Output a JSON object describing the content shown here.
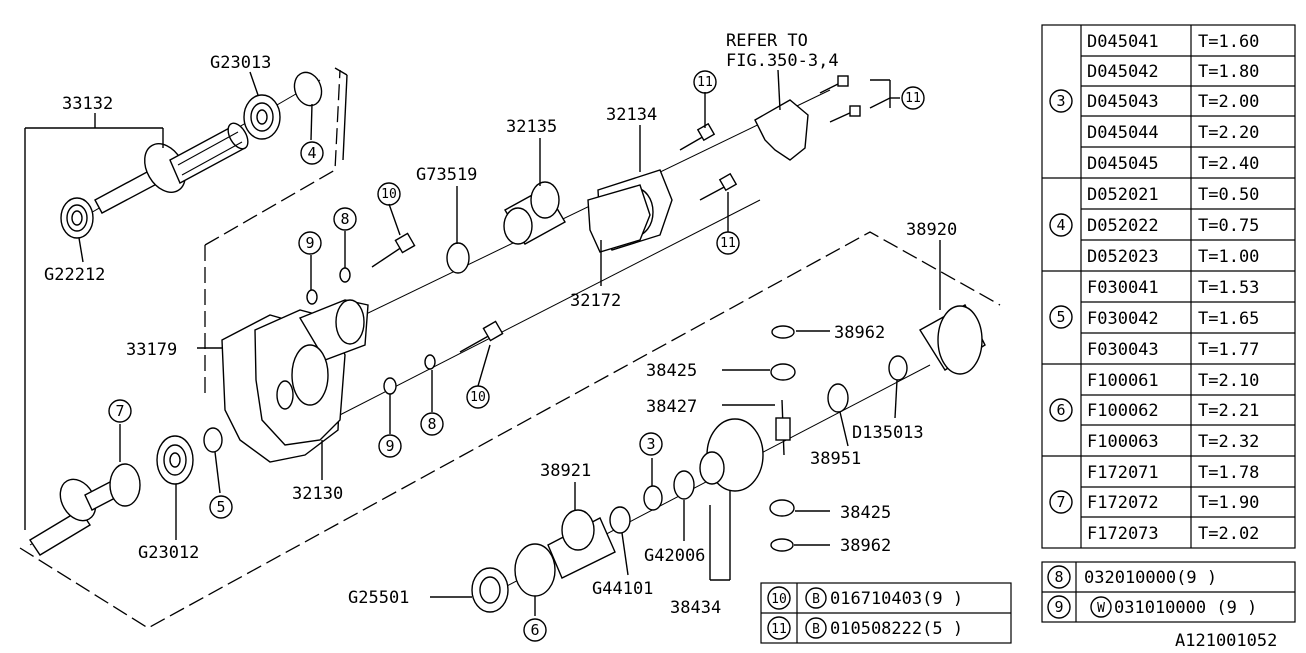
{
  "refer_note": {
    "line1": "REFER TO",
    "line2": "FIG.350-3,4"
  },
  "callouts": {
    "p33132": "33132",
    "g23013": "G23013",
    "g22212": "G22212",
    "p33179": "33179",
    "g73519": "G73519",
    "p32135": "32135",
    "p32134": "32134",
    "p32172": "32172",
    "p32130": "32130",
    "g23012": "G23012",
    "p38920": "38920",
    "p38962a": "38962",
    "p38425a": "38425",
    "p38427": "38427",
    "d135013": "D135013",
    "p38951": "38951",
    "p38425b": "38425",
    "p38962b": "38962",
    "p38921": "38921",
    "g42006": "G42006",
    "g44101": "G44101",
    "p38434": "38434",
    "g25501": "G25501"
  },
  "ref_circles": {
    "c4": "4",
    "c7": "7",
    "c5": "5",
    "c6": "6",
    "c3": "3",
    "c8a": "8",
    "c8b": "8",
    "c9a": "9",
    "c9b": "9",
    "c10a": "10",
    "c10b": "10",
    "c11a": "11",
    "c11b": "11",
    "c11c": "11"
  },
  "shim_table": {
    "groups": [
      {
        "ref": "3",
        "rows": [
          {
            "part": "D045041",
            "spec": "T=1.60"
          },
          {
            "part": "D045042",
            "spec": "T=1.80"
          },
          {
            "part": "D045043",
            "spec": "T=2.00"
          },
          {
            "part": "D045044",
            "spec": "T=2.20"
          },
          {
            "part": "D045045",
            "spec": "T=2.40"
          }
        ]
      },
      {
        "ref": "4",
        "rows": [
          {
            "part": "D052021",
            "spec": "T=0.50"
          },
          {
            "part": "D052022",
            "spec": "T=0.75"
          },
          {
            "part": "D052023",
            "spec": "T=1.00"
          }
        ]
      },
      {
        "ref": "5",
        "rows": [
          {
            "part": "F030041",
            "spec": "T=1.53"
          },
          {
            "part": "F030042",
            "spec": "T=1.65"
          },
          {
            "part": "F030043",
            "spec": "T=1.77"
          }
        ]
      },
      {
        "ref": "6",
        "rows": [
          {
            "part": "F100061",
            "spec": "T=2.10"
          },
          {
            "part": "F100062",
            "spec": "T=2.21"
          },
          {
            "part": "F100063",
            "spec": "T=2.32"
          }
        ]
      },
      {
        "ref": "7",
        "rows": [
          {
            "part": "F172071",
            "spec": "T=1.78"
          },
          {
            "part": "F172072",
            "spec": "T=1.90"
          },
          {
            "part": "F172073",
            "spec": "T=2.02"
          }
        ]
      }
    ]
  },
  "washer_table": [
    {
      "ref": "8",
      "text": "032010000(9 )"
    },
    {
      "ref": "9",
      "prefix": "W",
      "text": "031010000 (9 )"
    }
  ],
  "bolt_table": [
    {
      "ref": "10",
      "prefix": "B",
      "text": "016710403(9 )"
    },
    {
      "ref": "11",
      "prefix": "B",
      "text": "010508222(5 )"
    }
  ],
  "diagram_id": "A121001052"
}
